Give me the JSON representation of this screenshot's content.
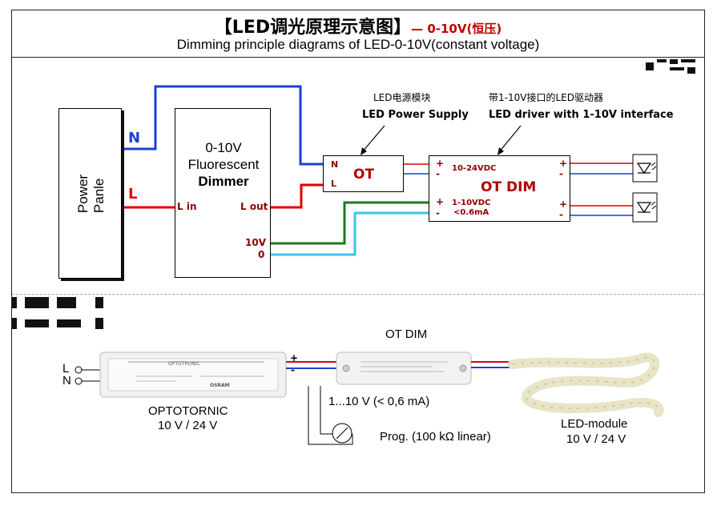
{
  "title": {
    "cn": "【LED调光原理示意图】",
    "accent": "— 0-10V(恒压)",
    "en": "Dimming principle diagrams of LED-0-10V(constant voltage)"
  },
  "diagram": {
    "power_panel": "Power Panle",
    "neutral": "N",
    "line": "L",
    "dimmer": {
      "line1": "0-10V",
      "line2": "Fluorescent",
      "line3": "Dimmer",
      "l_in": "L in",
      "l_out": "L out",
      "v10": "10V",
      "zero": "0"
    },
    "ot": {
      "label": "OT",
      "n": "N",
      "l": "L"
    },
    "power_supply_cn": "LED电源模块",
    "power_supply_en": "LED Power Supply",
    "driver_cn": "带1-10V接口的LED驱动器",
    "driver_en": "LED driver with 1-10V interface",
    "otdim": {
      "label": "OT DIM",
      "in_range": "10-24VDC",
      "ctrl_range": "1-10VDC",
      "current": "<0.6mA",
      "plus": "+",
      "minus": "-"
    }
  },
  "photo": {
    "otdim_label": "OT DIM",
    "l": "L",
    "n": "N",
    "optotornic_name": "OPTOTORNIC",
    "optotornic_spec": "10 V / 24 V",
    "ctrl_range": "1...10 V (< 0,6 mA)",
    "prog": "Prog. (100 kΩ linear)",
    "led_module": "LED-module",
    "led_spec": "10 V / 24 V",
    "device_brand": "OPTOTRONIC",
    "device_maker": "OSRAM",
    "plus": "+",
    "minus": "-"
  },
  "colors": {
    "neutral_wire": "#1a3fd8",
    "line_wire": "#e00000",
    "ctrl_plus_wire": "#1f7a1f",
    "ctrl_minus_wire": "#3cc4e6"
  }
}
